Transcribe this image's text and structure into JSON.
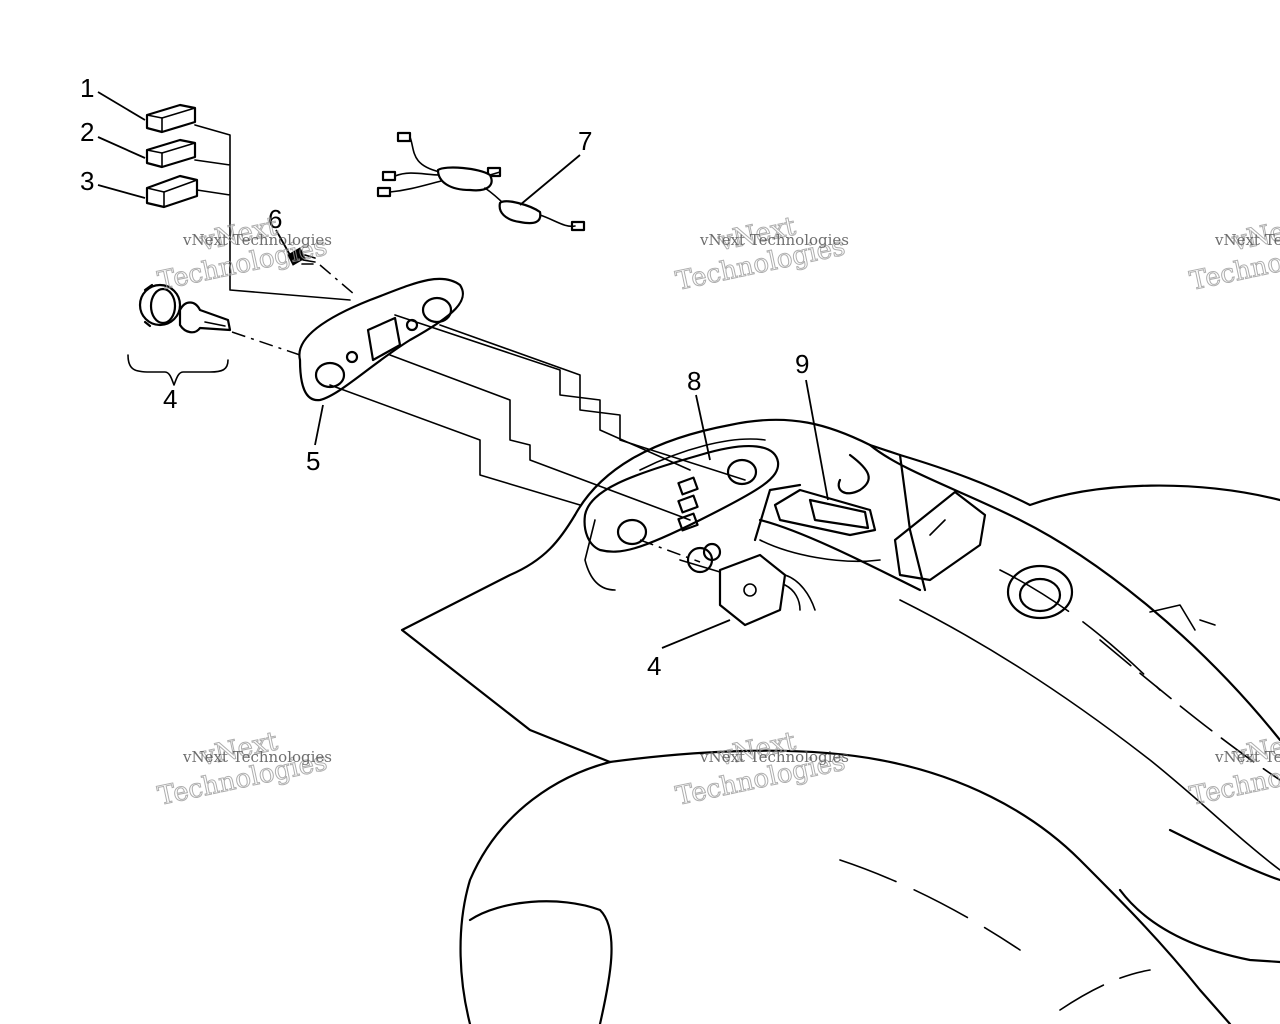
{
  "callouts": {
    "c1": "1",
    "c2": "2",
    "c3": "3",
    "c4a": "4",
    "c5": "5",
    "c6": "6",
    "c7": "7",
    "c8": "8",
    "c9": "9",
    "c4b": "4"
  },
  "watermark": {
    "line1": "vNext",
    "line2": "Technologies",
    "small": "vNext Technologies"
  }
}
